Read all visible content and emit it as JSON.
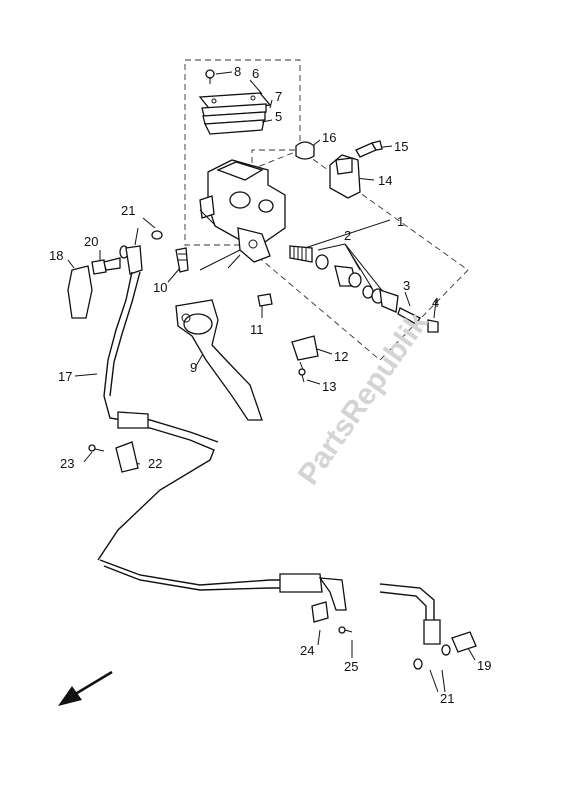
{
  "watermark": "PartsRepublik",
  "callouts": {
    "c1": "1",
    "c2": "2",
    "c3": "3",
    "c4": "4",
    "c5": "5",
    "c6": "6",
    "c7": "7",
    "c8": "8",
    "c9": "9",
    "c10": "10",
    "c11": "11",
    "c12": "12",
    "c13": "13",
    "c14": "14",
    "c15": "15",
    "c16": "16",
    "c17": "17",
    "c18": "18",
    "c19": "19",
    "c20": "20",
    "c21a": "21",
    "c21b": "21",
    "c22": "22",
    "c23": "23",
    "c24": "24",
    "c25": "25"
  },
  "icons": {
    "direction": "front-direction-arrow-icon"
  }
}
